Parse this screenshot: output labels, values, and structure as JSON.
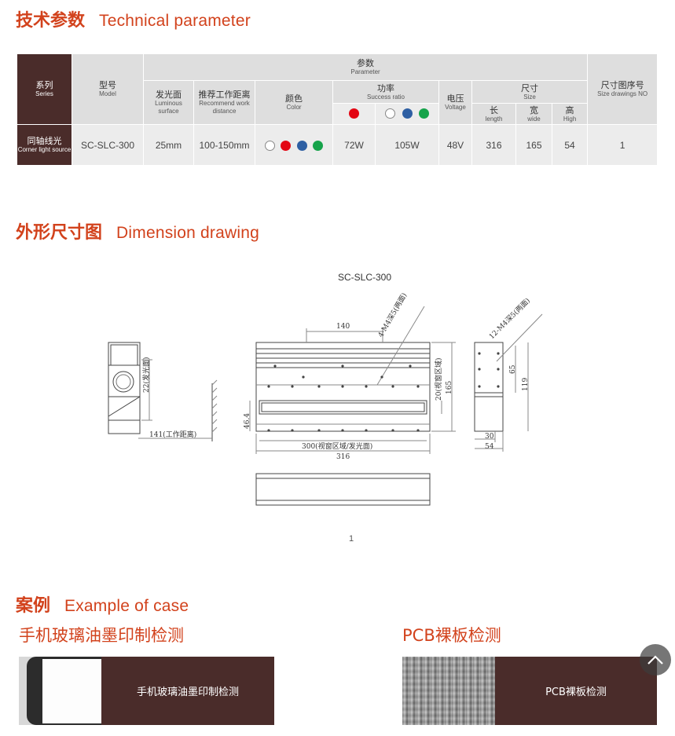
{
  "tech": {
    "cn": "技术参数",
    "en": "Technical parameter"
  },
  "table": {
    "series": {
      "cn": "系列",
      "en": "Series"
    },
    "model": {
      "cn": "型号",
      "en": "Model"
    },
    "parameter": {
      "cn": "参数",
      "en": "Parameter"
    },
    "luminous": {
      "cn": "发光面",
      "en": "Luminous surface"
    },
    "distance": {
      "cn": "推荐工作距离",
      "en": "Recommend work distance"
    },
    "color": {
      "cn": "颜色",
      "en": "Color"
    },
    "power": {
      "cn": "功率",
      "en": "Success ratio"
    },
    "voltage": {
      "cn": "电压",
      "en": "Voltage"
    },
    "size": {
      "cn": "尺寸",
      "en": "Size"
    },
    "length": {
      "cn": "长",
      "en": "length"
    },
    "width": {
      "cn": "宽",
      "en": "wide"
    },
    "height": {
      "cn": "高",
      "en": "High"
    },
    "drawing_no": {
      "cn": "尺寸图序号",
      "en": "Size drawings NO"
    },
    "row": {
      "series_cn": "同轴线光",
      "series_en": "Corner light source",
      "model": "SC-SLC-300",
      "luminous": "25mm",
      "distance": "100-150mm",
      "power_red": "72W",
      "power_rgb": "105W",
      "voltage": "48V",
      "length": "316",
      "width": "165",
      "height": "54",
      "drawing_no": "1"
    },
    "colors": {
      "red": "#e30613",
      "white": "#ffffff",
      "blue": "#2e5fa3",
      "green": "#16a34a"
    }
  },
  "dimension": {
    "cn": "外形尺寸图",
    "en": "Dimension drawing",
    "model_label": "SC-SLC-300",
    "labels": {
      "d140": "140",
      "d300": "300(视窗区域/发光面)",
      "d316": "316",
      "d165": "165",
      "d20": "20(视窗区域)",
      "d46": "46.4",
      "d22": "22(发光面)",
      "d141": "141(工作距离)",
      "screw_front": "4-M4深5(两面)",
      "screw_side": "12-M4深5(两面)",
      "d65": "65",
      "d119": "119",
      "d30": "30",
      "d54": "54"
    },
    "figure_no": "1"
  },
  "cases": {
    "cn": "案例",
    "en": "Example of case",
    "items": [
      {
        "title": "手机玻璃油墨印制检测",
        "caption": "手机玻璃油墨印制检测"
      },
      {
        "title": "PCB裸板检测",
        "caption": "PCB裸板检测"
      }
    ]
  }
}
